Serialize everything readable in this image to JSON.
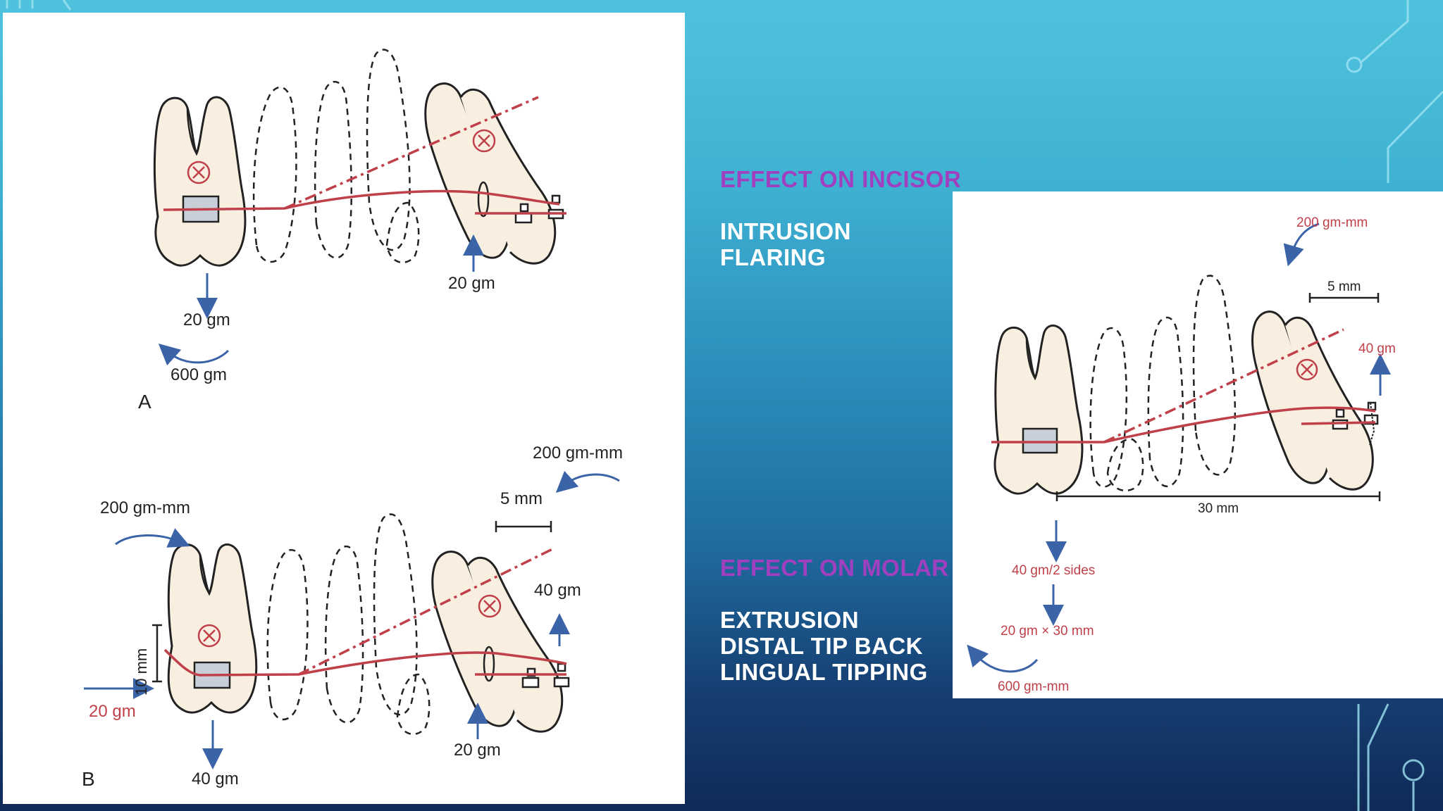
{
  "slide": {
    "incisor_heading": "EFFECT ON INCISOR",
    "incisor_effects": [
      "INTRUSION",
      "FLARING"
    ],
    "molar_heading": "EFFECT ON MOLAR",
    "molar_effects": [
      "EXTRUSION",
      "DISTAL TIP BACK",
      "LINGUAL TIPPING"
    ]
  },
  "figure_left": {
    "panel_a": {
      "label": "A",
      "incisor_force": "20 gm",
      "molar_force": "20 gm",
      "molar_moment": "600 gm"
    },
    "panel_b": {
      "label": "B",
      "moment_right": "200 gm-mm",
      "moment_left": "200 gm-mm",
      "distance": "5 mm",
      "incisor_force_up": "40 gm",
      "vertical_distance": "10 mm",
      "horizontal_force": "20 gm",
      "incisor_force": "20 gm",
      "molar_force": "40 gm"
    }
  },
  "figure_right": {
    "moment": "200 gm-mm",
    "distance": "5 mm",
    "incisor_force": "40 gm",
    "span": "30 mm",
    "molar_force": "40 gm/2 sides",
    "moment_calc": "20 gm × 30 mm",
    "molar_moment": "600 gm-mm"
  },
  "colors": {
    "heading": "#a040c0",
    "wire": "#c0404a",
    "arrow": "#3a63a8",
    "tooth_fill": "#f8efe0"
  }
}
